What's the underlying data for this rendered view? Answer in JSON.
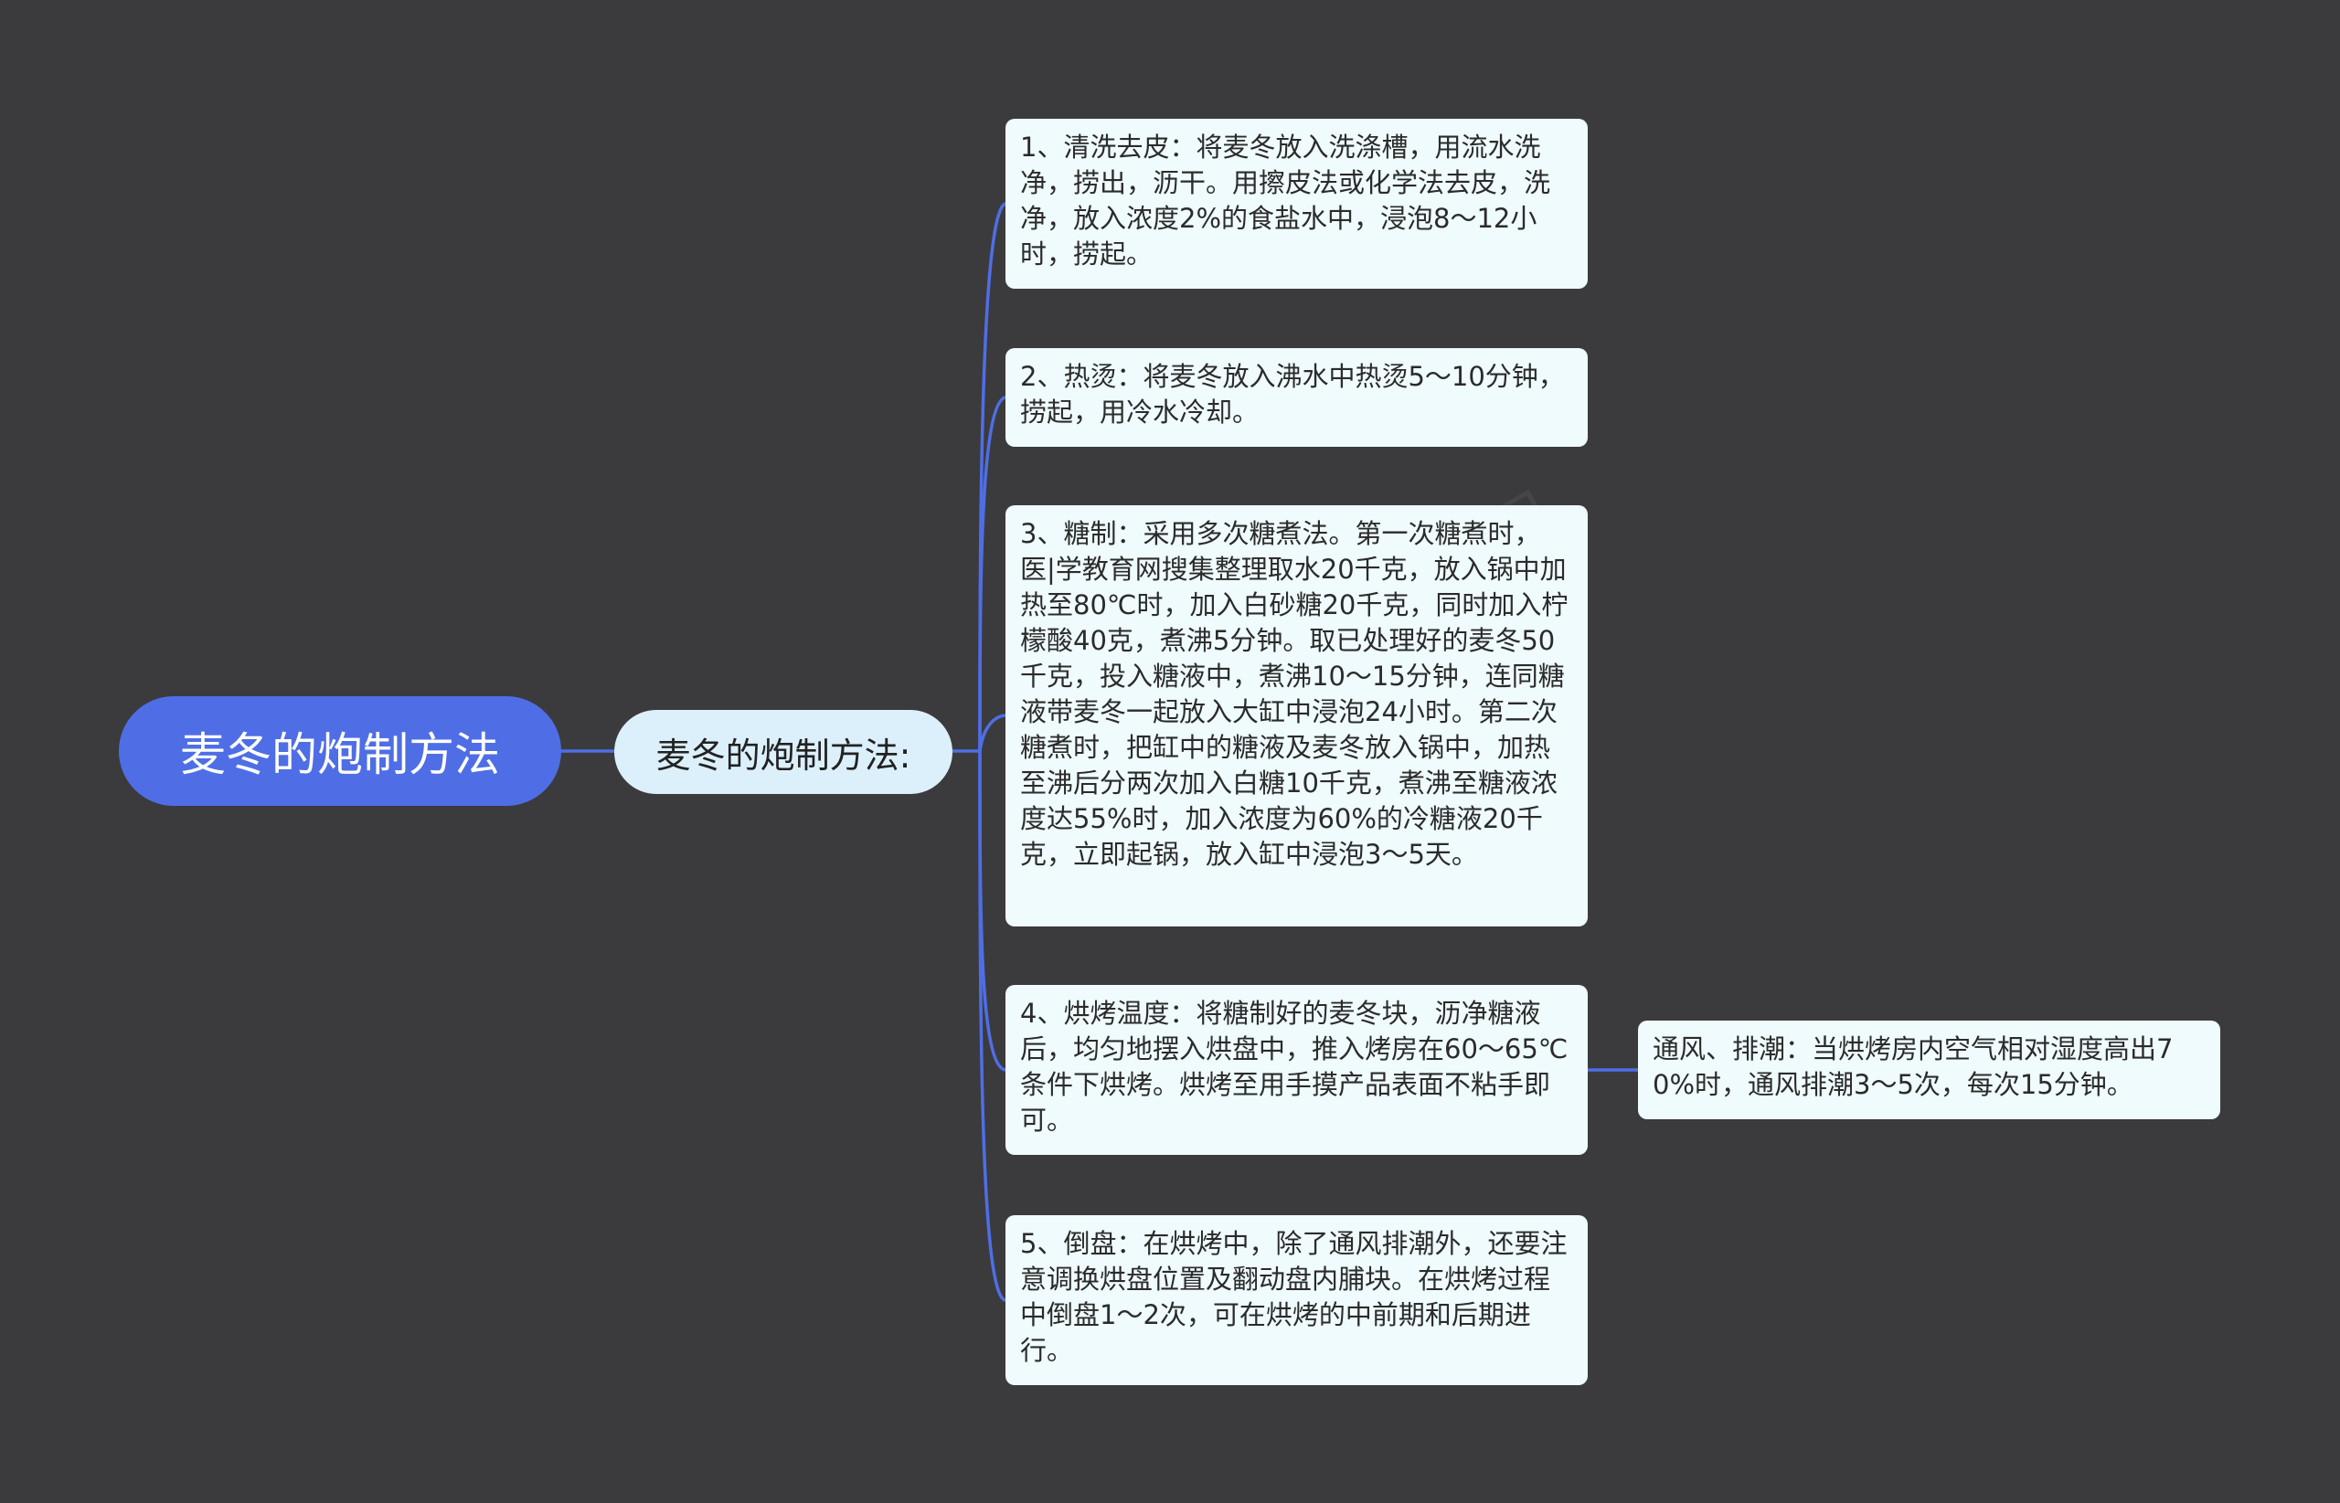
{
  "root": {
    "label": "麦冬的炮制方法"
  },
  "branch": {
    "label": "麦冬的炮制方法:"
  },
  "steps": [
    {
      "text": "1、清洗去皮：将麦冬放入洗涤槽，用流水洗净，捞出，沥干。用擦皮法或化学法去皮，洗净，放入浓度2%的食盐水中，浸泡8～12小时，捞起。"
    },
    {
      "text": "2、热烫：将麦冬放入沸水中热烫5～10分钟，捞起，用冷水冷却。"
    },
    {
      "text": "3、糖制：采用多次糖煮法。第一次糖煮时，医|学教育网搜集整理取水20千克，放入锅中加热至80℃时，加入白砂糖20千克，同时加入柠檬酸40克，煮沸5分钟。取已处理好的麦冬50千克，投入糖液中，煮沸10～15分钟，连同糖液带麦冬一起放入大缸中浸泡24小时。第二次糖煮时，把缸中的糖液及麦冬放入锅中，加热至沸后分两次加入白糖10千克，煮沸至糖液浓度达55%时，加入浓度为60%的冷糖液20千克，立即起锅，放入缸中浸泡3～5天。"
    },
    {
      "text": "4、烘烤温度：将糖制好的麦冬块，沥净糖液后，均匀地摆入烘盘中，推入烤房在60～65℃条件下烘烤。烘烤至用手摸产品表面不粘手即可。",
      "child": "通风、排潮：当烘烤房内空气相对湿度高出70%时，通风排潮3～5次，每次15分钟。"
    },
    {
      "text": "5、倒盘：在烘烤中，除了通风排潮外，还要注意调换烘盘位置及翻动盘内脯块。在烘烤过程中倒盘1～2次，可在烘烤的中前期和后期进行。"
    }
  ],
  "colors": {
    "background": "#3b3b3d",
    "root_fill": "#4f6ee6",
    "branch_fill": "#dcf0fb",
    "leaf_fill": "#effbfd",
    "connector": "#4f6ee6"
  }
}
